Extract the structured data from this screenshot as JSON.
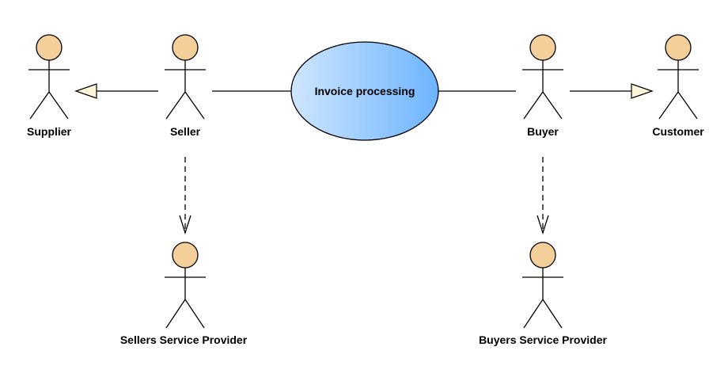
{
  "diagram": {
    "use_case": {
      "label": "Invoice processing",
      "fill_light": "#cfe6ff",
      "fill_dark": "#6cb4ff"
    },
    "actor_fill": "#f4cf9a",
    "actors": [
      {
        "id": "supplier",
        "label": "Supplier"
      },
      {
        "id": "seller",
        "label": "Seller"
      },
      {
        "id": "buyer",
        "label": "Buyer"
      },
      {
        "id": "customer",
        "label": "Customer"
      },
      {
        "id": "sellers-sp",
        "label": "Sellers Service Provider"
      },
      {
        "id": "buyers-sp",
        "label": "Buyers Service Provider"
      }
    ]
  }
}
